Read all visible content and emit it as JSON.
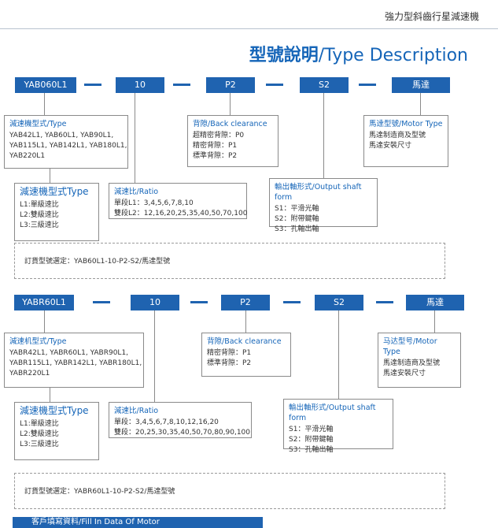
{
  "header": {
    "title": "強力型斜齒行星減速機"
  },
  "page_title": {
    "zh": "型號說明",
    "en": "/Type Description"
  },
  "section1": {
    "codes": [
      "YAB060L1",
      "10",
      "P2",
      "S2",
      "馬達"
    ],
    "type_box": {
      "title": "減速機型式/Type",
      "lines": [
        "YAB42L1, YAB60L1, YAB90L1,",
        "YAB115L1, YAB142L1, YAB180L1,",
        "YAB220L1"
      ]
    },
    "stage_box": {
      "title": "減速機型式Type",
      "lines": [
        "L1:單級速比",
        "L2:雙級速比",
        "L3:三級速比"
      ]
    },
    "ratio_box": {
      "title": "減速比/Ratio",
      "lines": [
        "單段L1：3,4,5,6,7,8,10",
        "雙段L2：12,16,20,25,35,40,50,70,100"
      ]
    },
    "backlash_box": {
      "title": "背隙/Back clearance",
      "lines": [
        "超精密背隙：P0",
        "精密背隙：P1",
        "標準背隙：P2"
      ]
    },
    "shaft_box": {
      "title": "輸出軸形式/Output shaft form",
      "lines": [
        "S1：平滑光軸",
        "S2：附帶鍵軸",
        "S3：孔軸出軸"
      ]
    },
    "motor_box": {
      "title": "馬達型號/Motor Type",
      "lines": [
        "馬達制造商及型號",
        "馬達安裝尺寸"
      ]
    },
    "order_example": "訂貨型號選定：YAB60L1-10-P2-S2/馬達型號"
  },
  "section2": {
    "codes": [
      "YABR60L1",
      "10",
      "P2",
      "S2",
      "馬達"
    ],
    "type_box": {
      "title": "減速机型式/Type",
      "lines": [
        "YABR42L1, YABR60L1, YABR90L1,",
        "YABR115L1, YABR142L1, YABR180L1,",
        "YABR220L1"
      ]
    },
    "stage_box": {
      "title": "減速機型式Type",
      "lines": [
        "L1:單級速比",
        "L2:雙級速比",
        "L3:三級速比"
      ]
    },
    "ratio_box": {
      "title": "減速比/Ratio",
      "lines": [
        "單段：3,4,5,6,7,8,10,12,16,20",
        "雙段：20,25,30,35,40,50,70,80,90,100"
      ]
    },
    "backlash_box": {
      "title": "背隙/Back clearance",
      "lines": [
        "精密背隙：P1",
        "標準背隙：P2"
      ]
    },
    "shaft_box": {
      "title": "輸出軸形式/Output shaft form",
      "lines": [
        "S1：平滑光軸",
        "S2：附帶鍵軸",
        "S3：孔軸出軸"
      ]
    },
    "motor_box": {
      "title": "马达型号/Motor Type",
      "lines": [
        "馬達制造商及型號",
        "馬達安裝尺寸"
      ]
    },
    "order_example": "訂貨型號選定：YABR60L1-10-P2-S2/馬達型號"
  },
  "footer": {
    "banner": "客戶填寫資料/Fill In Data Of Motor"
  }
}
